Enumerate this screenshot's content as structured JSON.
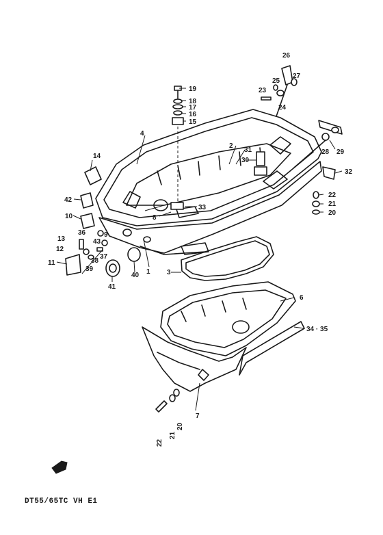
{
  "diagram": {
    "model_code": "DT55/65TC VH E1",
    "labels": {
      "l1": "1",
      "l2": "2",
      "l3": "3",
      "l4": "4",
      "l6": "6",
      "l7": "7",
      "l8": "8",
      "l9": "9",
      "l10": "10",
      "l11": "11",
      "l12": "12",
      "l13": "13",
      "l14": "14",
      "l15": "15",
      "l16": "16",
      "l17": "17",
      "l18": "18",
      "l19": "19",
      "l20a": "20",
      "l20b": "20",
      "l21a": "21",
      "l21b": "21",
      "l22a": "22",
      "l22b": "22",
      "l23": "23",
      "l24": "24",
      "l25": "25",
      "l26": "26",
      "l27": "27",
      "l28": "28",
      "l29": "29",
      "l30": "30",
      "l31": "31",
      "l32": "32",
      "l33": "33",
      "l34_35": "34 · 35",
      "l36": "36",
      "l37": "37",
      "l38": "38",
      "l39": "39",
      "l40": "40",
      "l41": "41",
      "l42": "42",
      "l43": "43"
    }
  }
}
